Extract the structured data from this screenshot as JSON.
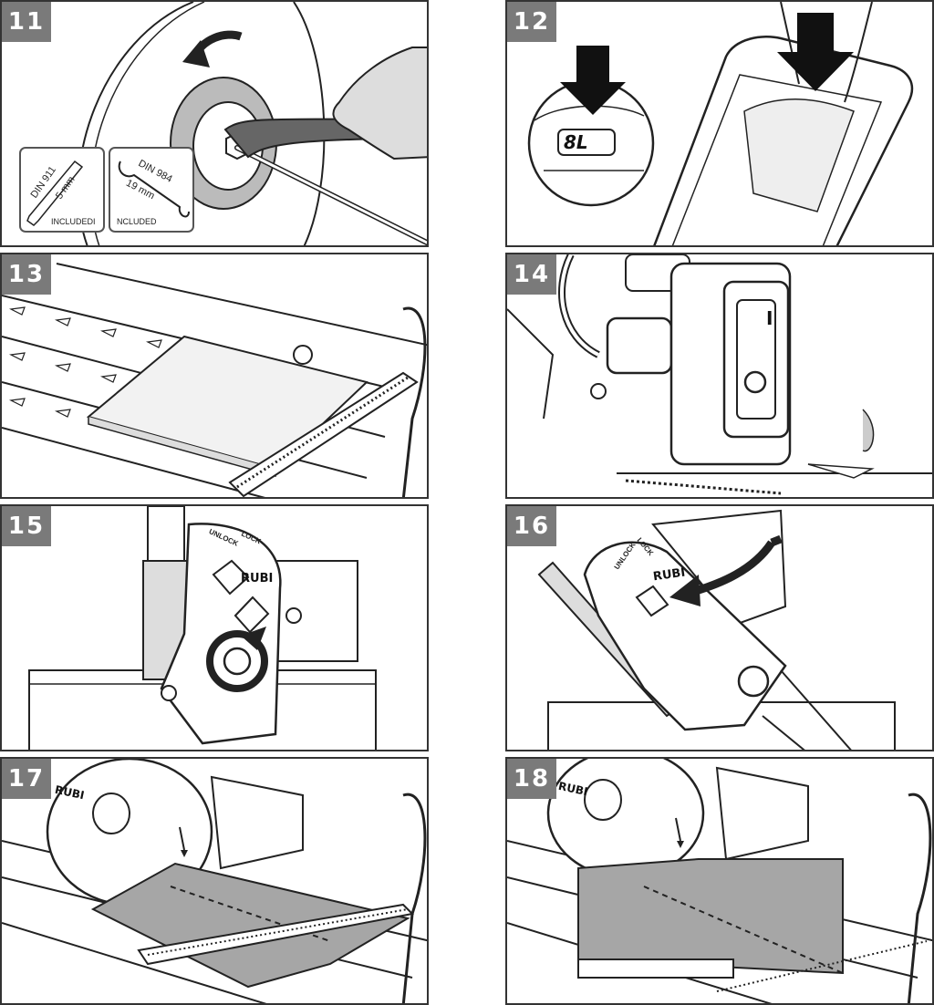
{
  "steps": [
    {
      "number": "11",
      "labels": {
        "hex_key": "DIN 911",
        "hex_size": "5 mm",
        "hex_included": "INCLUDEDI",
        "wrench": "DIN 984",
        "wrench_size": "19 mm",
        "wrench_included": "NCLUDED"
      }
    },
    {
      "number": "12",
      "labels": {
        "oil_mark": "8L"
      }
    },
    {
      "number": "13"
    },
    {
      "number": "14",
      "labels": {
        "switch_on": "I",
        "switch_off": "O"
      }
    },
    {
      "number": "15",
      "labels": {
        "unlock": "UNLOCK",
        "lock": "LOCK",
        "brand": "RUBI"
      }
    },
    {
      "number": "16",
      "labels": {
        "unlock": "UNLOCK",
        "lock": "LOCK",
        "brand": "RUBI"
      }
    },
    {
      "number": "17",
      "labels": {
        "brand": "RUBI"
      }
    },
    {
      "number": "18",
      "labels": {
        "brand": "RUBI"
      }
    }
  ],
  "colors": {
    "badge": "#7a7a7a",
    "line": "#222222",
    "tile": "#a6a6a6",
    "border": "#333333"
  }
}
